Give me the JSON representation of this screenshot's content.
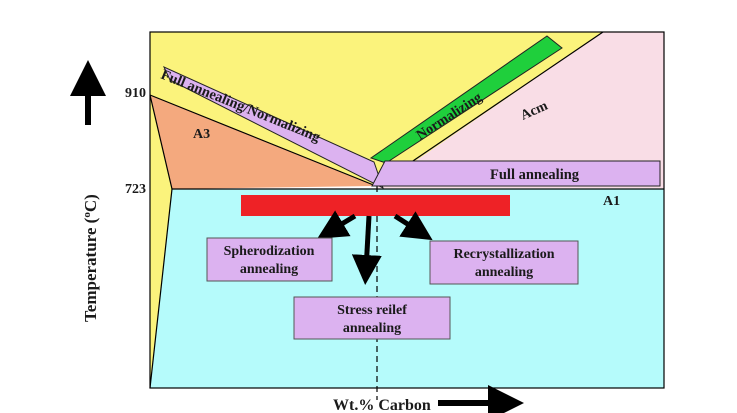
{
  "y_axis_label": "Temperature (",
  "y_axis_unit_sup": "o",
  "y_axis_unit": "C)",
  "x_axis_label": "Wt.% Carbon",
  "temp_910": "910",
  "temp_723": "723",
  "regions": {
    "a3": "A3",
    "acm": "Acm",
    "a1": "A1"
  },
  "bands": {
    "full_normalizing": "Full annealing/Normalizing",
    "normalizing": "Normalizing",
    "full_annealing": "Full annealing"
  },
  "boxes": {
    "spheroidization": [
      "Spherodization",
      "annealing"
    ],
    "recrystallization": [
      "Recrystallization",
      "annealing"
    ],
    "stress_relief": [
      "Stress reilef",
      "annealing"
    ]
  },
  "colors": {
    "yellow": "#fbf37c",
    "pink": "#f9dde6",
    "orange": "#f4a97e",
    "cyan": "#b5fbfb",
    "lavender": "#dcb2f0",
    "green": "#1fcf3c",
    "red": "#ee2226"
  }
}
